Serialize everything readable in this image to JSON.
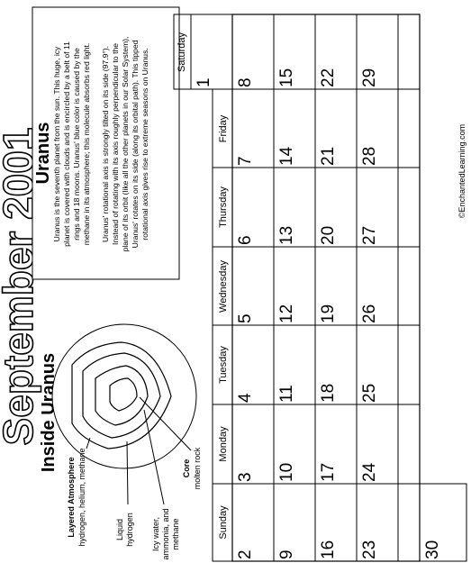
{
  "header": {
    "title": "September 2001",
    "copyright": "©EnchantedLearning.com"
  },
  "days": [
    "Sunday",
    "Monday",
    "Tuesday",
    "Wednesday",
    "Thursday",
    "Friday",
    "Saturday"
  ],
  "dates": {
    "week1": [
      "",
      "",
      "",
      "",
      "",
      "",
      "1"
    ],
    "week2": [
      "2",
      "3",
      "4",
      "5",
      "6",
      "7",
      "8"
    ],
    "week3": [
      "9",
      "10",
      "11",
      "12",
      "13",
      "14",
      "15"
    ],
    "week4": [
      "16",
      "17",
      "18",
      "19",
      "20",
      "21",
      "22"
    ],
    "week5": [
      "23",
      "24",
      "25",
      "26",
      "27",
      "28",
      "29"
    ],
    "week6": [
      "30"
    ]
  },
  "info_box": {
    "heading": "Uranus",
    "paragraph1": [
      "Uranus is the seventh planet from the sun. This huge, icy",
      "planet is covered with clouds and is encircled by a belt of 11",
      "rings and 18 moons. Uranus' blue color is caused by the",
      "methane in its atmosphere; this molecule absorbs red light."
    ],
    "paragraph2": [
      "Uranus' rotational axis is strongly tilted on its side (97.9°).",
      "Instead of rotating with its axis roughly perpendicular to the",
      "plane of its orbit (like all the other planets in our Solar System),",
      "Uranus' rotates on its side (along its orbital path). This tipped",
      "rotational axis gives rise to extreme seasons on Uranus."
    ]
  },
  "diagram": {
    "title": "Inside Uranus",
    "layer_atmosphere": {
      "name": "Layered Atmosphere",
      "detail": "hydrogen, helium, methane"
    },
    "layer_liquid": [
      "Liquid",
      "hydrogen"
    ],
    "layer_icy": [
      "Icy water,",
      "ammonia, and",
      "methane"
    ],
    "layer_core": {
      "name": "Core",
      "detail": "molten rock"
    }
  }
}
